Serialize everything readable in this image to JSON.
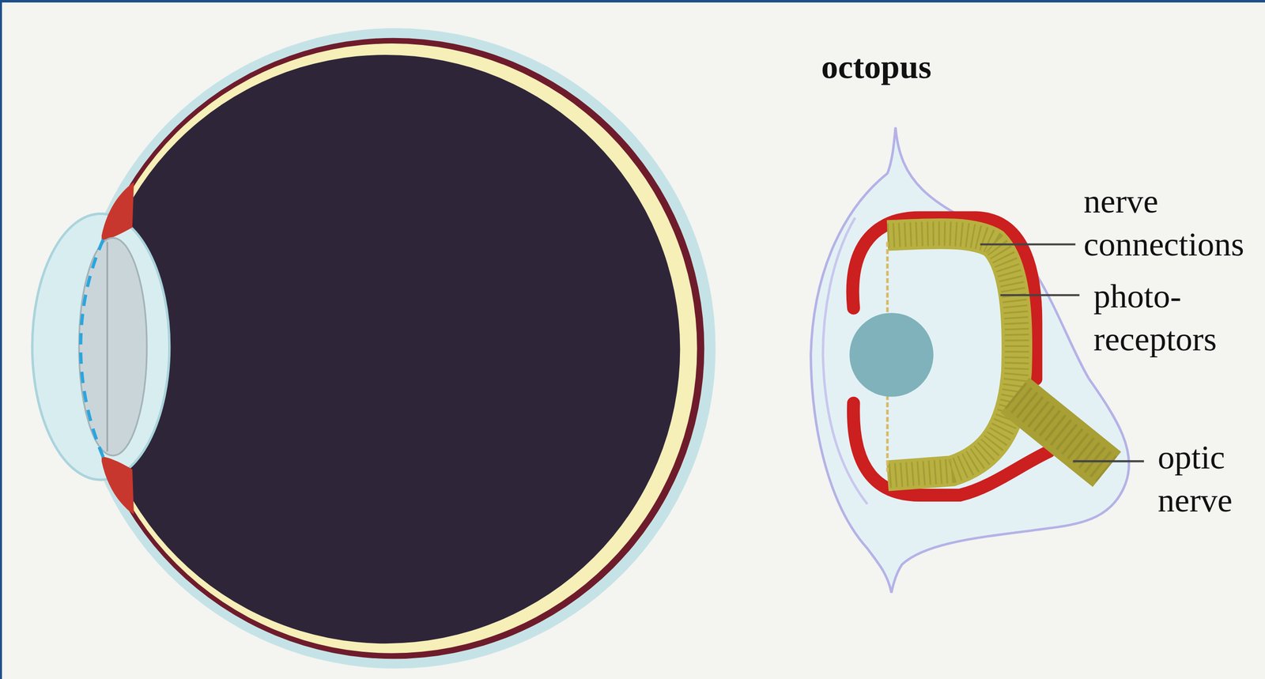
{
  "diagram": {
    "labels": [
      "octopus",
      "nerve connections",
      "photo- receptors",
      "optic nerve"
    ]
  }
}
